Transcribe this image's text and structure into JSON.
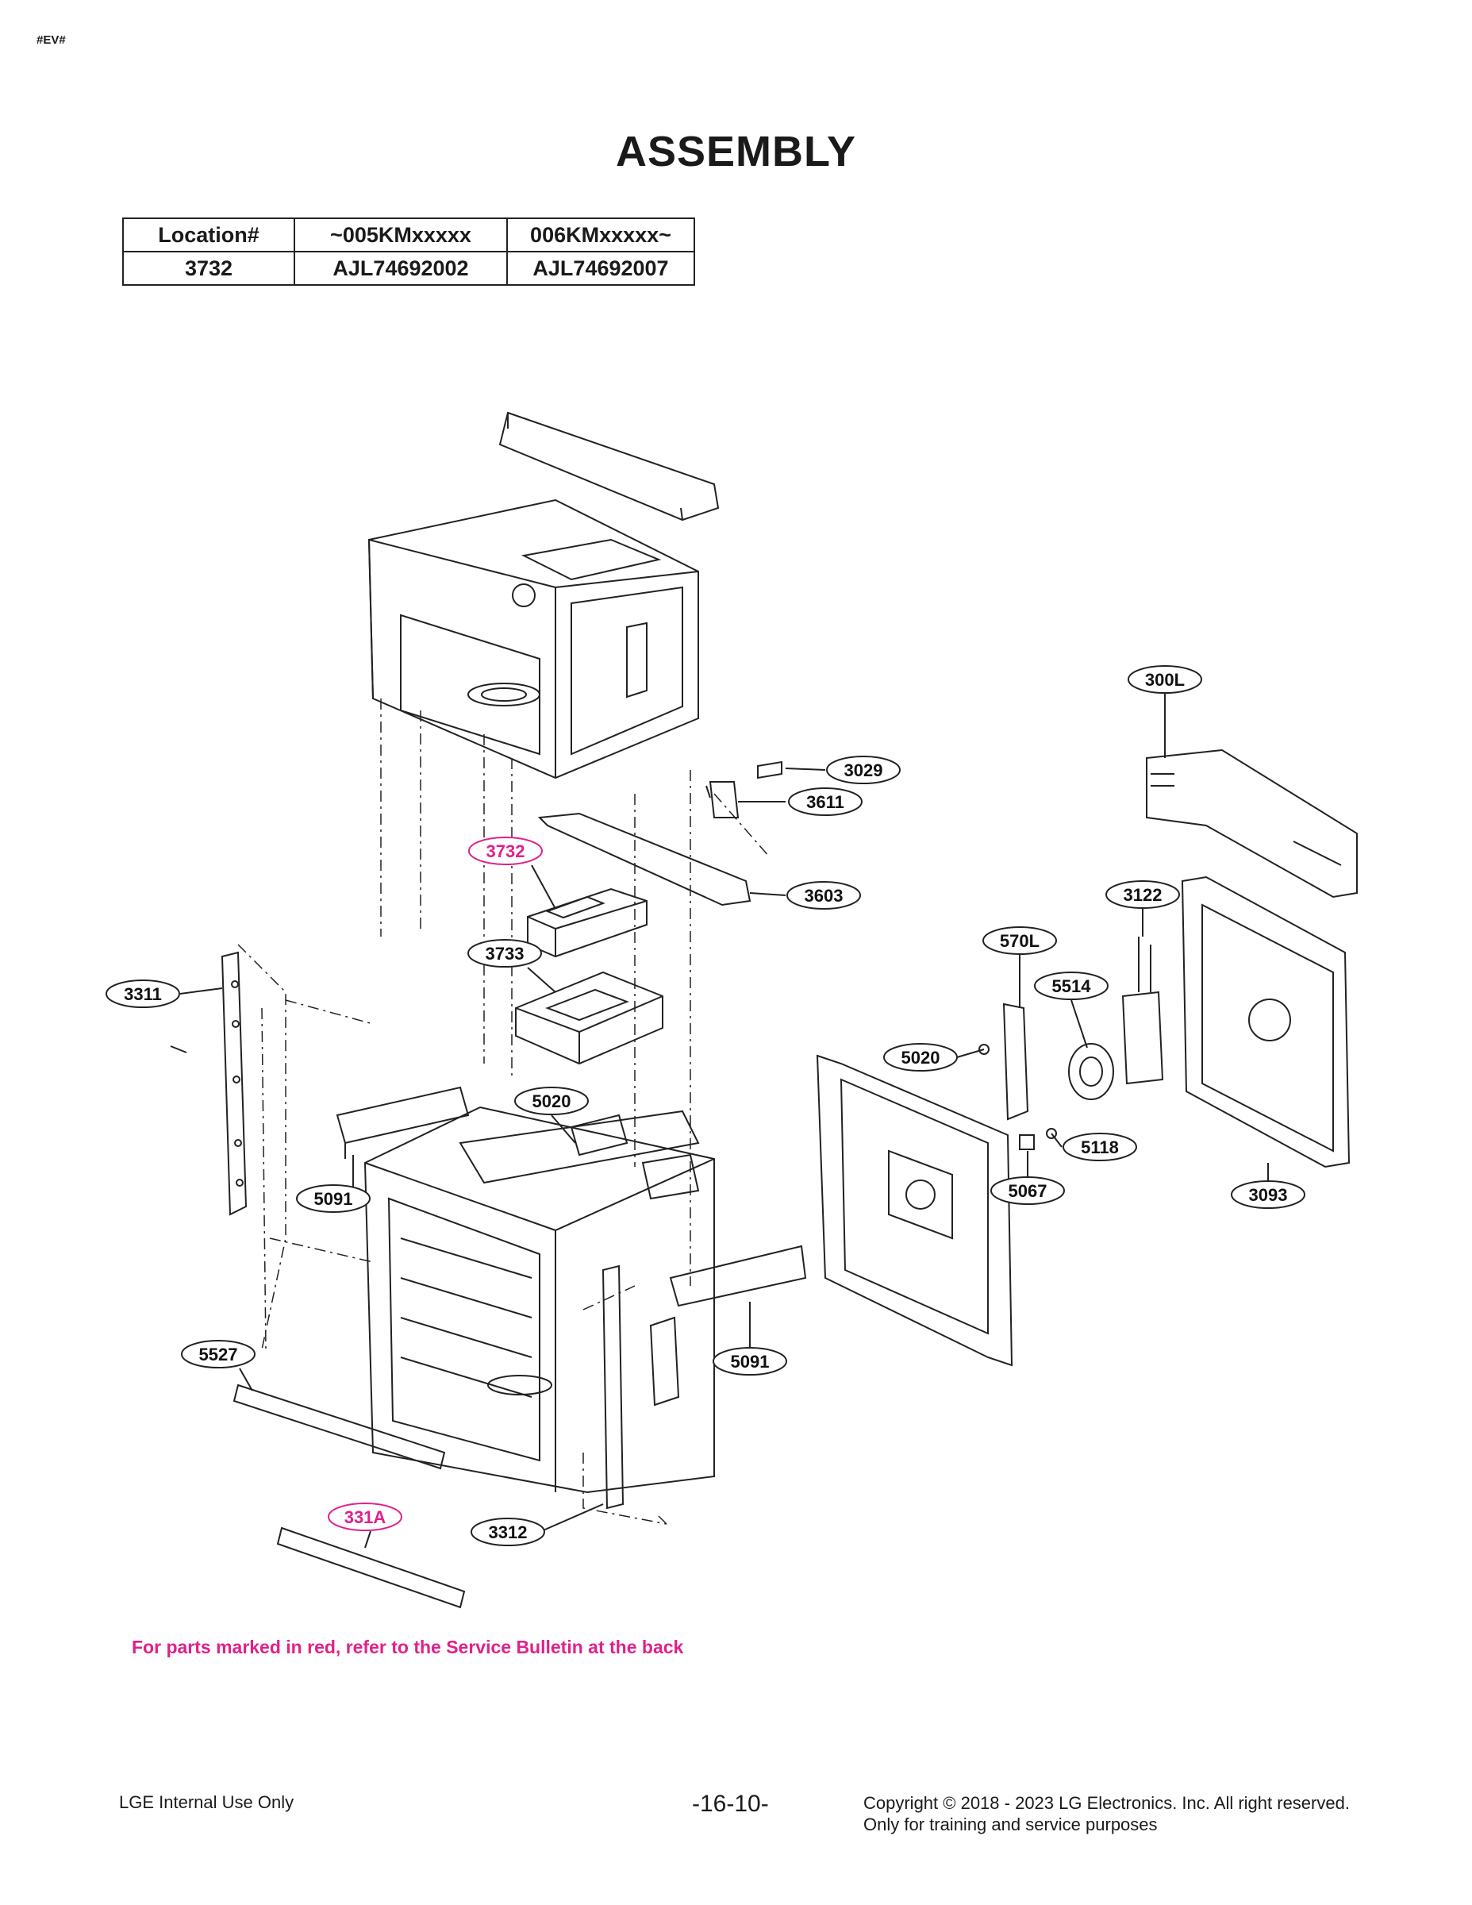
{
  "doc_tag": "#EV#",
  "title": "ASSEMBLY",
  "location_table": {
    "headers": [
      "Location#",
      "~005KMxxxxx",
      "006KMxxxxx~"
    ],
    "rows": [
      [
        "3732",
        "AJL74692002",
        "AJL74692007"
      ]
    ]
  },
  "callouts": [
    {
      "id": "300L",
      "color": "black"
    },
    {
      "id": "3029",
      "color": "black"
    },
    {
      "id": "3611",
      "color": "black"
    },
    {
      "id": "3732",
      "color": "red"
    },
    {
      "id": "3603",
      "color": "black"
    },
    {
      "id": "3122",
      "color": "black"
    },
    {
      "id": "570L",
      "color": "black"
    },
    {
      "id": "3733",
      "color": "black"
    },
    {
      "id": "5514",
      "color": "black"
    },
    {
      "id": "3311",
      "color": "black"
    },
    {
      "id": "5020",
      "color": "black"
    },
    {
      "id": "5020",
      "color": "black"
    },
    {
      "id": "5118",
      "color": "black"
    },
    {
      "id": "5091",
      "color": "black"
    },
    {
      "id": "5067",
      "color": "black"
    },
    {
      "id": "3093",
      "color": "black"
    },
    {
      "id": "5527",
      "color": "black"
    },
    {
      "id": "5091",
      "color": "black"
    },
    {
      "id": "331A",
      "color": "red"
    },
    {
      "id": "3312",
      "color": "black"
    }
  ],
  "colors": {
    "callout_red": "#e0218a",
    "line": "#222222"
  },
  "note": "For parts marked in red, refer to the Service Bulletin at the back",
  "footer": {
    "left": "LGE Internal Use Only",
    "page": "-16-10-",
    "copyright": "Copyright © 2018 - 2023 LG Electronics. Inc. All right reserved.",
    "purpose": "Only for training and service purposes"
  }
}
